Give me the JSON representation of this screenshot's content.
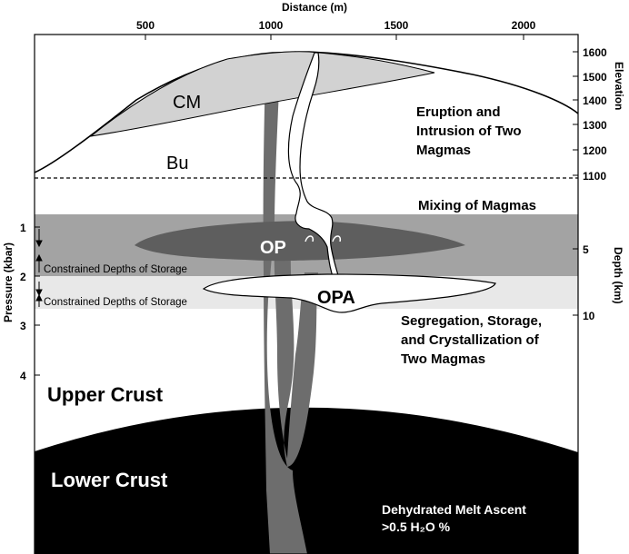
{
  "axes": {
    "top_title": "Distance (m)",
    "top_ticks": [
      "500",
      "1000",
      "1500",
      "2000"
    ],
    "right_elev_title": "Elevation",
    "right_elev_ticks": [
      "1600",
      "1500",
      "1400",
      "1300",
      "1200",
      "1100"
    ],
    "left_title": "Pressure (kbar)",
    "left_ticks": [
      "1",
      "2",
      "3",
      "4"
    ],
    "right_depth_title": "Depth (km)",
    "right_depth_ticks": [
      "5",
      "10"
    ]
  },
  "labels": {
    "cm": "CM",
    "bu": "Bu",
    "op": "OP",
    "opa": "OPA",
    "eruption_l1": "Eruption and",
    "eruption_l2": "Intrusion of Two",
    "eruption_l3": "Magmas",
    "mixing": "Mixing of Magmas",
    "constrained_1": "Constrained Depths of Storage",
    "constrained_2": "Constrained Depths of Storage",
    "segregation_l1": "Segregation, Storage,",
    "segregation_l2": "and Crystallization of",
    "segregation_l3": "Two Magmas",
    "upper_crust": "Upper Crust",
    "lower_crust": "Lower Crust",
    "dehydrated_l1": "Dehydrated Melt Ascent",
    "dehydrated_l2": ">0.5 H₂O %"
  },
  "colors": {
    "mixing_band": "#a3a3a3",
    "storage_band": "#e8e8e8",
    "dark_magma": "#5e5e5e",
    "conduit": "#6d6d6d",
    "cm_layer": "#d2d2d2",
    "lower_crust": "#000000"
  }
}
